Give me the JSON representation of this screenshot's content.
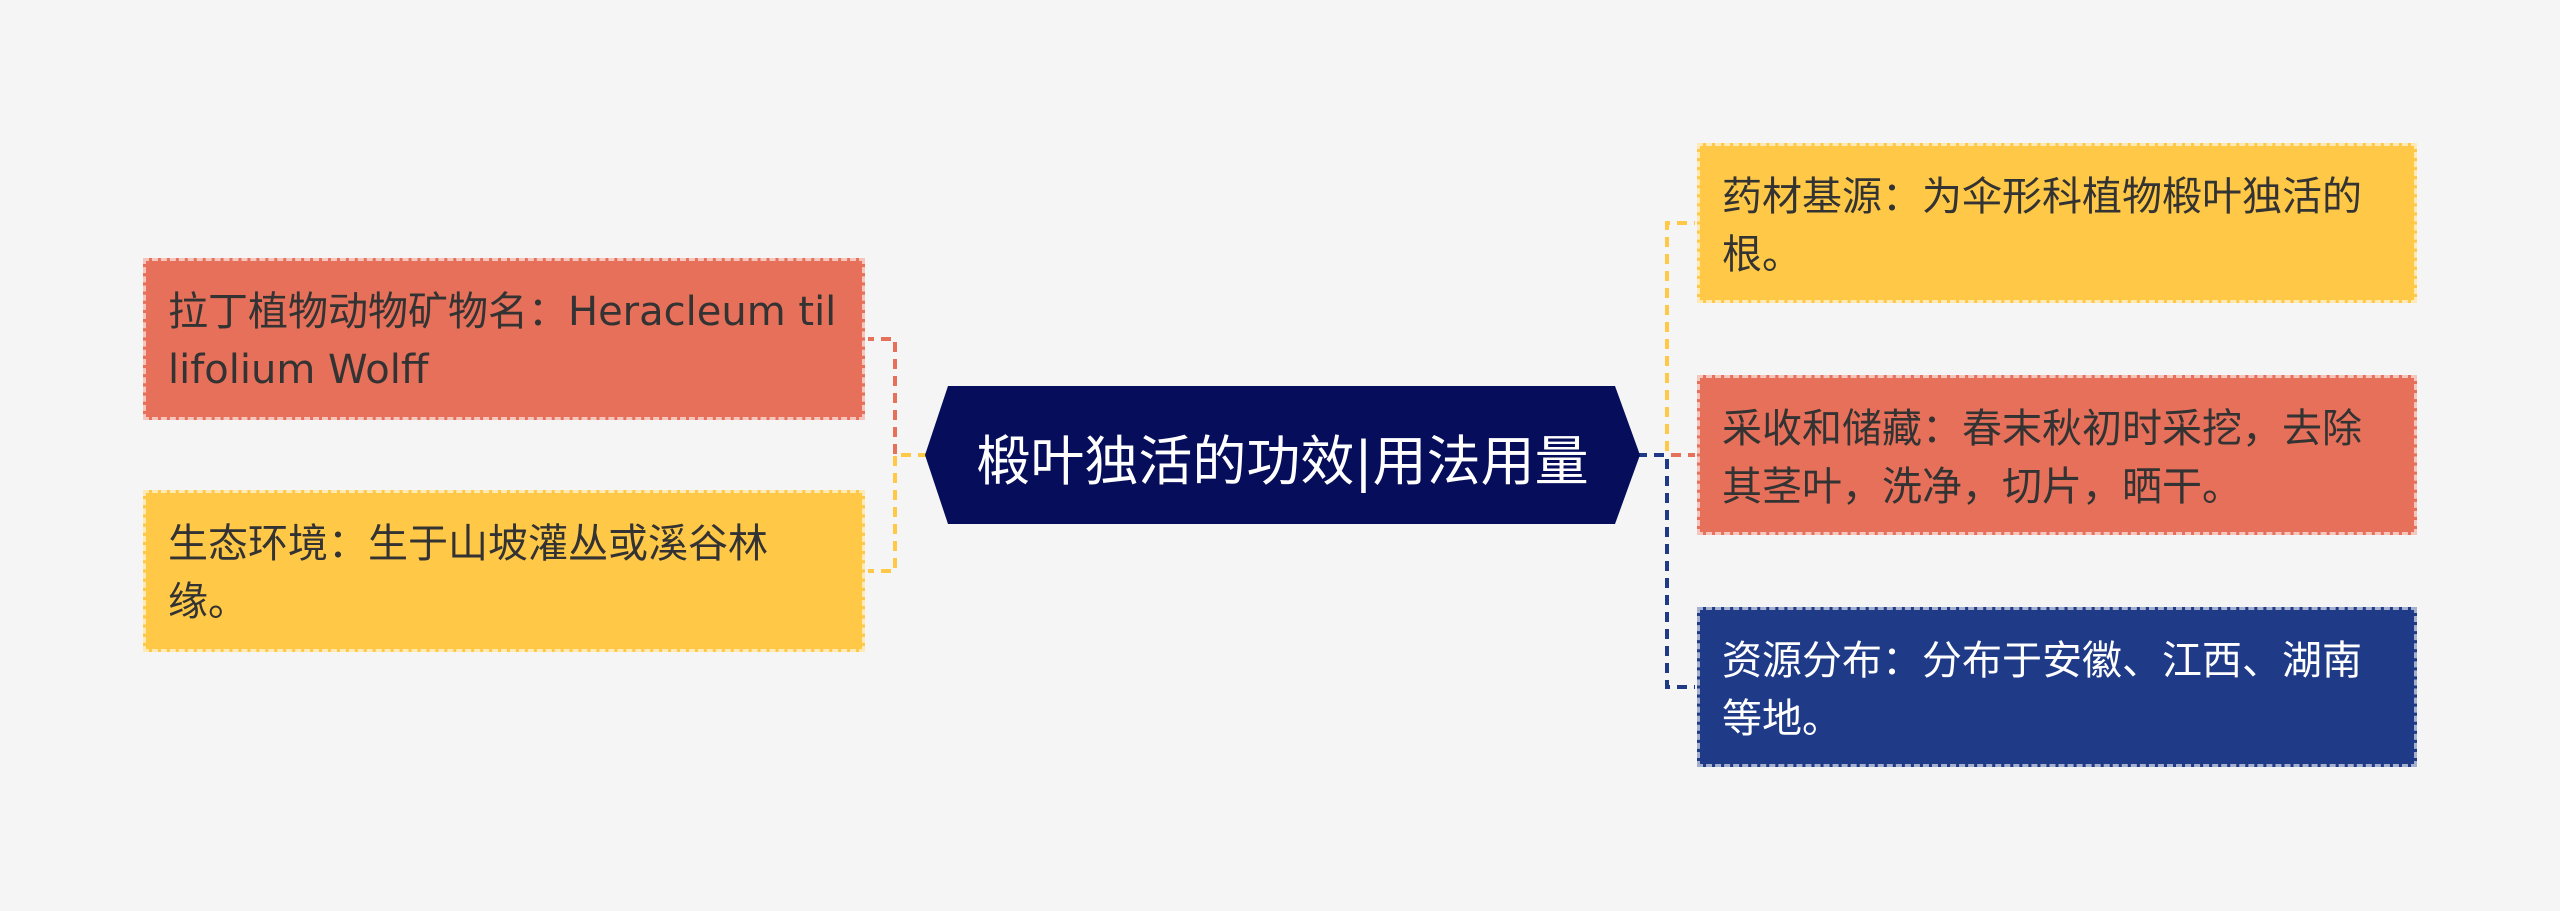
{
  "center": {
    "label": "椴叶独活的功效|用法用量",
    "color": "#060d5a"
  },
  "left_nodes": [
    {
      "text": "拉丁植物动物矿物名：Heracleum tillifolium Wolff",
      "color": "#e6705a",
      "text_color": "#333333"
    },
    {
      "text": "生态环境：生于山坡灌丛或溪谷林缘。",
      "color": "#ffc947",
      "text_color": "#333333"
    }
  ],
  "right_nodes": [
    {
      "text": "药材基源：为伞形科植物椴叶独活的根。",
      "color": "#ffc947",
      "text_color": "#333333"
    },
    {
      "text": "采收和储藏：春末秋初时采挖，去除其茎叶，洗净，切片，晒干。",
      "color": "#e6705a",
      "text_color": "#333333"
    },
    {
      "text": "资源分布：分布于安徽、江西、湖南等地。",
      "color": "#1f3a87",
      "text_color": "#ffffff"
    }
  ]
}
